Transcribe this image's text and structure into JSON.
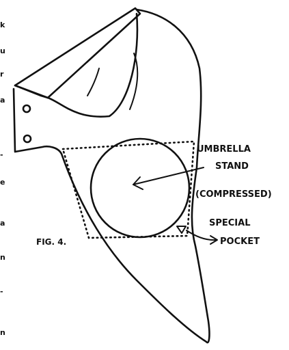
{
  "labels": {
    "umbrella": "UMBRELLA",
    "stand": "STAND",
    "compressed": "(COMPRESSED)",
    "special": "SPECIAL",
    "pocket": "POCKET",
    "figure": "FIG. 4."
  },
  "colors": {
    "ink": "#111111",
    "paper": "#ffffff"
  }
}
